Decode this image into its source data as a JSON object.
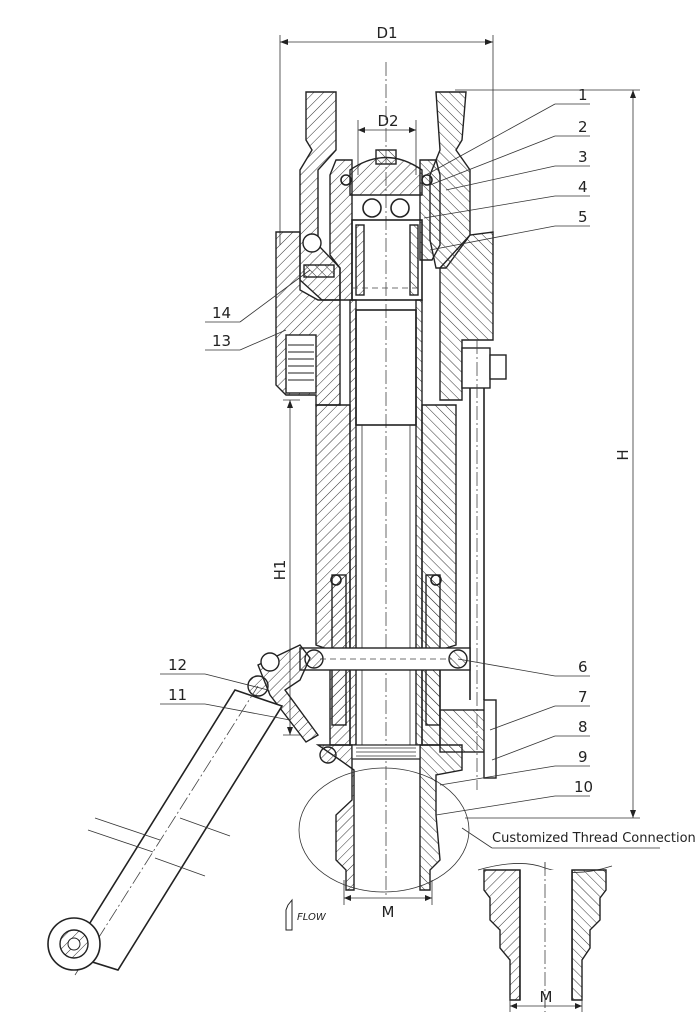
{
  "dimensions": {
    "d1": "D1",
    "d2": "D2",
    "h": "H",
    "h1": "H1",
    "m_main": "M",
    "m_detail": "M"
  },
  "part_labels": [
    "1",
    "2",
    "3",
    "4",
    "5",
    "6",
    "7",
    "8",
    "9",
    "10",
    "11",
    "12",
    "13",
    "14"
  ],
  "detail_caption": "Customized Thread Connection",
  "flow_label": "FLOW"
}
